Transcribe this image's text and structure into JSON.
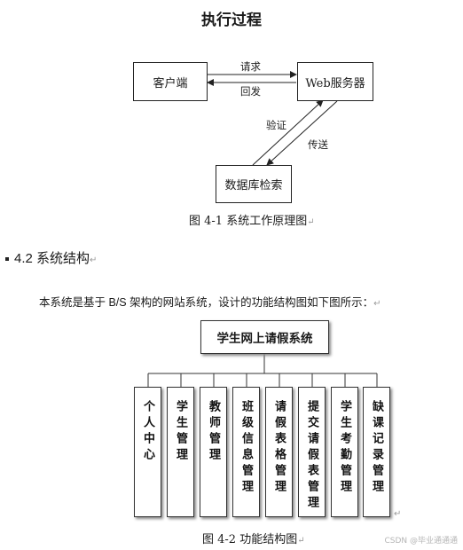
{
  "title": "执行过程",
  "flow": {
    "client": "客户端",
    "server": "Web服务器",
    "db": "数据库检索",
    "request": "请求",
    "response": "回发",
    "verify": "验证",
    "transfer": "传送"
  },
  "figure1_caption": "图 4-1 系统工作原理图",
  "section_heading": "4.2 系统结构",
  "paragraph": "本系统是基于 B/S 架构的网站系统，设计的功能结构图如下图所示：",
  "structure": {
    "root": "学生网上请假系统",
    "modules": [
      "个人中心",
      "学生管理",
      "教师管理",
      "班级信息管理",
      "请假表格管理",
      "提交请假表管理",
      "学生考勤管理",
      "缺课记录管理"
    ]
  },
  "figure2_caption": "图 4-2 功能结构图",
  "return_mark": "↵",
  "watermark": "CSDN @毕业通通通"
}
